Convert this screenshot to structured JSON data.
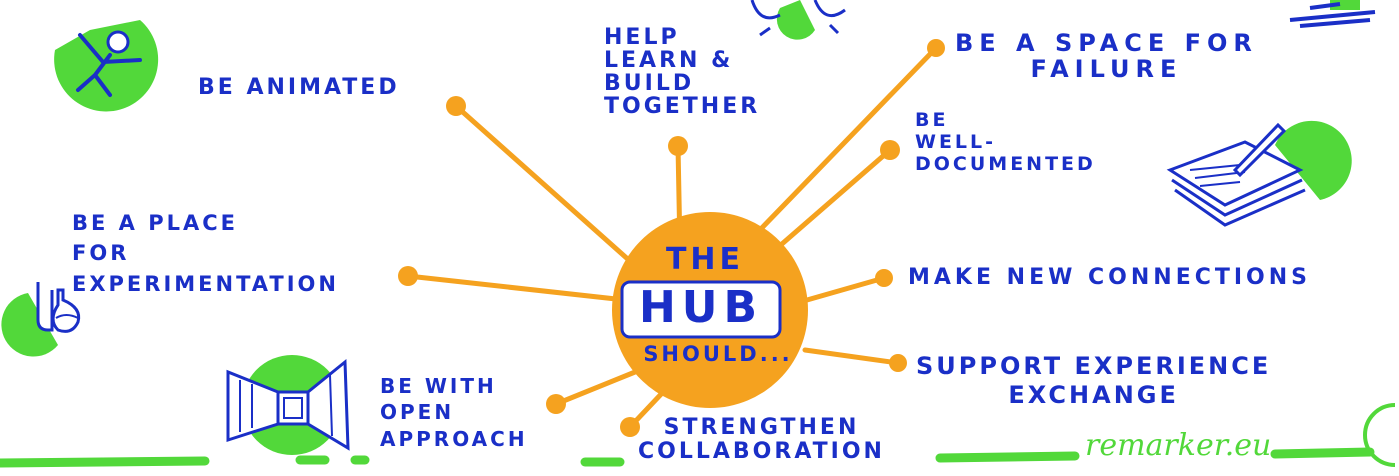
{
  "hub": {
    "line1": "THE",
    "line2": "HUB",
    "line3": "SHOULD..."
  },
  "branches": {
    "animated": "BE ANIMATED",
    "help": "HELP\nLEARN &\nBUILD\nTOGETHER",
    "failure": "BE A SPACE FOR\nFAILURE",
    "documented": "BE\nWELL-\nDOCUMENTED",
    "experimentation": "BE A PLACE\nFOR\nEXPERIMENTATION",
    "connections": "MAKE NEW CONNECTIONS",
    "support": "SUPPORT EXPERIENCE\nEXCHANGE",
    "open": "BE WITH\nOPEN\nAPPROACH",
    "collaboration": "STRENGTHEN\nCOLLABORATION"
  },
  "signature": "remarker.eu",
  "colors": {
    "ink": "#1a2fc7",
    "hub": "#f5a21f",
    "accent": "#52d83a"
  },
  "icons": [
    "dancing-person-icon",
    "people-icon",
    "desk-icon",
    "documents-icon",
    "lab-flask-icon",
    "open-door-icon",
    "circle-mark-icon"
  ]
}
